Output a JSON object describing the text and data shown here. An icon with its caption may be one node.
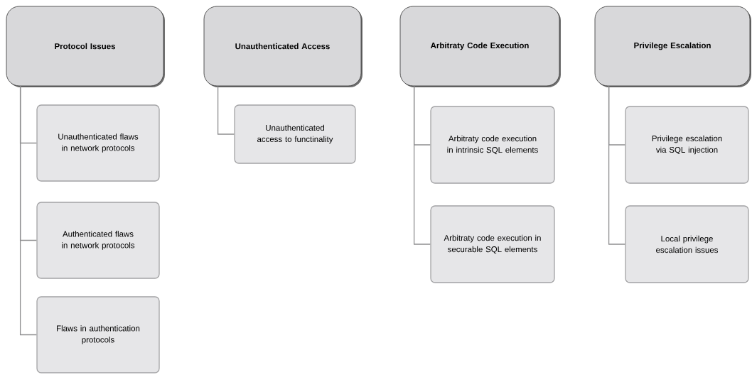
{
  "diagram": {
    "nodes": [
      {
        "text": [
          "Protocol Issues"
        ]
      },
      {
        "text": [
          "Unauthenticated flaws in network protocols"
        ]
      },
      {
        "text": [
          "Authenticated flaws in network protocols"
        ]
      },
      {
        "text": [
          "Flaws in authentication protocols"
        ]
      },
      {
        "text": [
          "Unauthenticated Access"
        ]
      },
      {
        "text": [
          "Unauthenticated access to functinality"
        ]
      },
      {
        "text": [
          "Arbitraty Code Execution"
        ]
      },
      {
        "text": [
          "Arbitraty code execution in intrinsic SQL elements"
        ]
      },
      {
        "text": [
          "Arbitraty code execution in securable SQL elements"
        ]
      },
      {
        "text": [
          "Privilege Escalation"
        ]
      },
      {
        "text": [
          "Privilege escalation via SQL injection"
        ]
      },
      {
        "text": [
          "Local privilege escalation issues"
        ]
      }
    ],
    "edges": [
      {
        "from": 0,
        "to": 1,
        "arrow": "none"
      },
      {
        "from": 0,
        "to": 2,
        "arrow": "none"
      },
      {
        "from": 0,
        "to": 3,
        "arrow": "none"
      },
      {
        "from": 4,
        "to": 5,
        "arrow": "none"
      },
      {
        "from": 6,
        "to": 7,
        "arrow": "none"
      },
      {
        "from": 6,
        "to": 8,
        "arrow": "none"
      },
      {
        "from": 9,
        "to": 10,
        "arrow": "none"
      },
      {
        "from": 9,
        "to": 11,
        "arrow": "none"
      }
    ]
  }
}
